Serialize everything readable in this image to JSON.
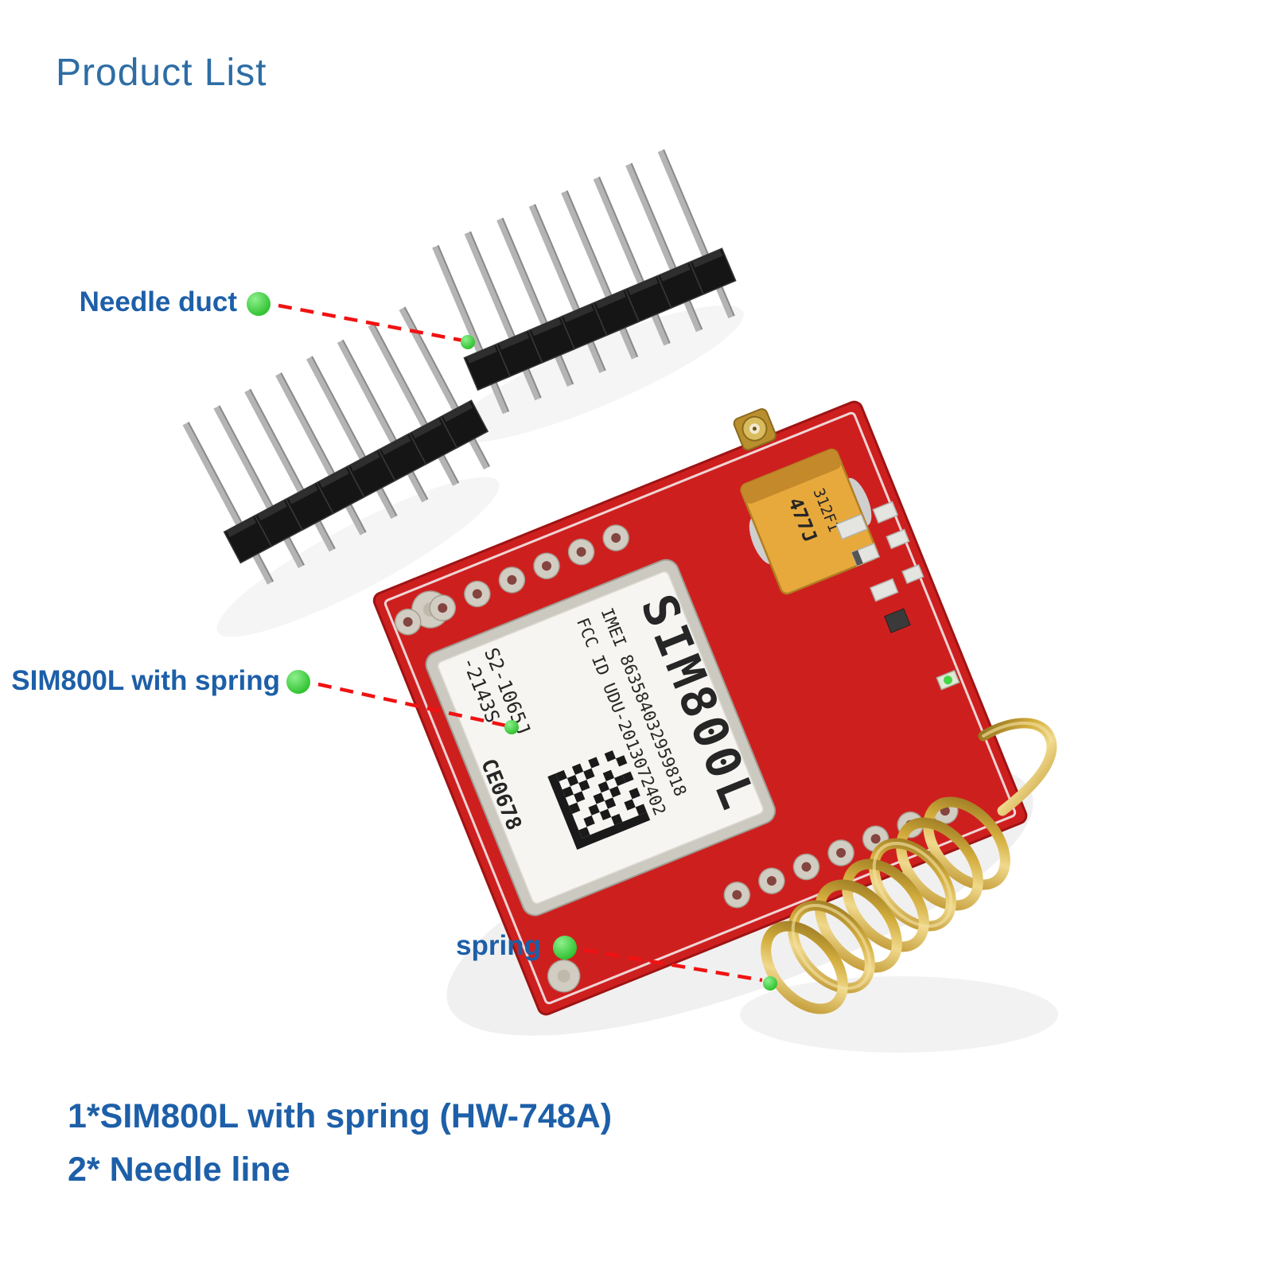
{
  "title": "Product List",
  "callouts": {
    "needle_duct": "Needle duct",
    "sim800l": "SIM800L with spring",
    "spring": "spring"
  },
  "board": {
    "module_name": "SIM800L",
    "imei_line": "IMEI 863584032959818",
    "fcc_line": "FCC ID UDU-2013072402",
    "model_line": "S2-1065J",
    "rev_line": "-2143S",
    "ce_mark": "CE0678",
    "capacitor_code": "477J",
    "capacitor_code2": "312F1"
  },
  "product_list": {
    "line1": "1*SIM800L with spring (HW-748A)",
    "line2": "2* Needle line"
  },
  "colors": {
    "label-blue": "#1d5fa8",
    "title-blue": "#2e6da4",
    "callout-red": "#f01212",
    "dot-green": "#2bd02b",
    "pcb-red": "#ce1f1f",
    "gold": "#c79a2b",
    "header-black": "#151515"
  }
}
